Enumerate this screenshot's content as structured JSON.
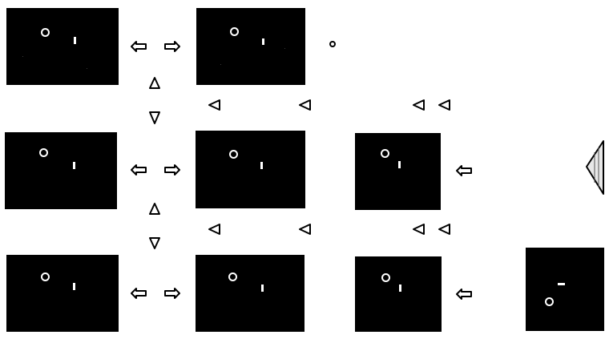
{
  "panels": [
    {
      "id": "r1c1",
      "row": 1,
      "col": 1
    },
    {
      "id": "r1c2",
      "row": 1,
      "col": 2
    },
    {
      "id": "r2c1",
      "row": 2,
      "col": 1
    },
    {
      "id": "r2c2",
      "row": 2,
      "col": 2
    },
    {
      "id": "r2c3",
      "row": 2,
      "col": 3
    },
    {
      "id": "r3c1",
      "row": 3,
      "col": 1
    },
    {
      "id": "r3c2",
      "row": 3,
      "col": 2
    },
    {
      "id": "r3c3",
      "row": 3,
      "col": 3
    },
    {
      "id": "r3c4",
      "row": 3,
      "col": 4
    }
  ],
  "arrow_icons": [
    "arrow-left-icon",
    "arrow-right-icon",
    "arrow-up-icon",
    "arrow-down-icon",
    "triangle-left-icon"
  ],
  "colors": {
    "background": "#ffffff",
    "panel": "#000000",
    "mark": "#ffffff",
    "arrow_stroke": "#000000"
  }
}
